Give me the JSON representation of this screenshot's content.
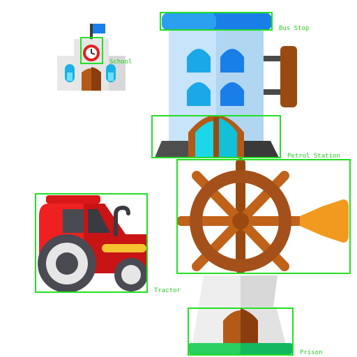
{
  "colors": {
    "box": "#22e022",
    "label": "#22d022",
    "background": "#ffffff"
  },
  "detections": [
    {
      "label": "Bus Stop"
    },
    {
      "label": "School"
    },
    {
      "label": "Petrol Station"
    },
    {
      "label": "Tractor"
    },
    {
      "label": "Prison"
    }
  ],
  "icons": [
    "school-icon",
    "windmill-icon",
    "tractor-icon"
  ]
}
